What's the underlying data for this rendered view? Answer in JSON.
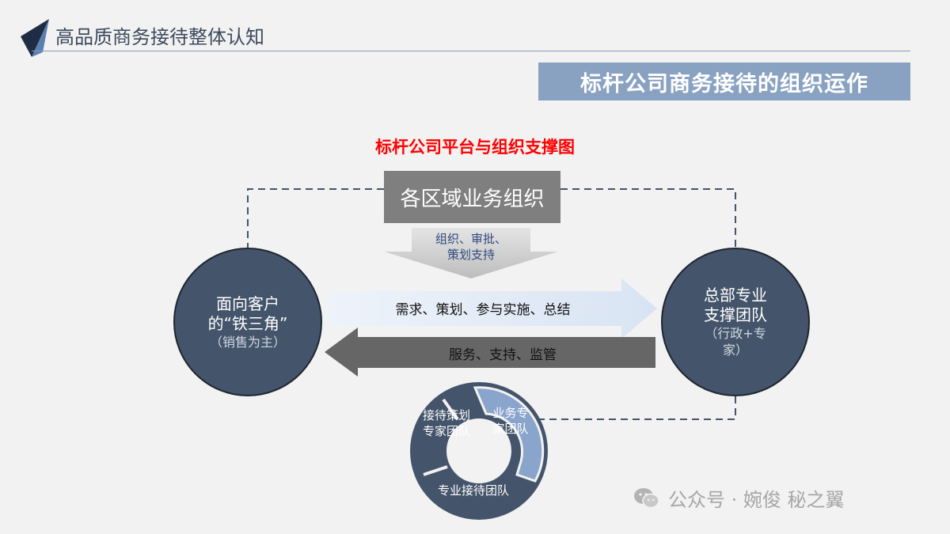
{
  "header": {
    "title": "高品质商务接待整体认知"
  },
  "banner": {
    "text": "标杆公司商务接待的组织运作"
  },
  "diagram": {
    "title": "标杆公司平台与组织支撑图",
    "regional_box": "各区域业务组织",
    "down_arrow_label": [
      "组织、审批、",
      "策划支持"
    ],
    "right_arrow_label": "需求、策划、参与实施、总结",
    "left_arrow_label": "服务、支持、监管",
    "left_circle": {
      "line1": "面向客户",
      "line2": "的“铁三角”",
      "sub": "（销售为主）"
    },
    "right_circle": {
      "line1": "总部专业",
      "line2": "支撑团队",
      "sub1": "（行政+专",
      "sub2": "家）"
    },
    "cycle": {
      "seg1": [
        "接待策划",
        "专家团队"
      ],
      "seg2": [
        "业务专",
        "家团队"
      ],
      "seg3": "专业接待团队"
    }
  },
  "watermark": {
    "text": "公众号 · 婉俊 秘之翼"
  },
  "colors": {
    "banner": "#8aa2c2",
    "circle": "#44546a",
    "title_red": "#ff0000",
    "box_gray": "#7f7f7f",
    "cycle_light": "#8aa5cc"
  }
}
